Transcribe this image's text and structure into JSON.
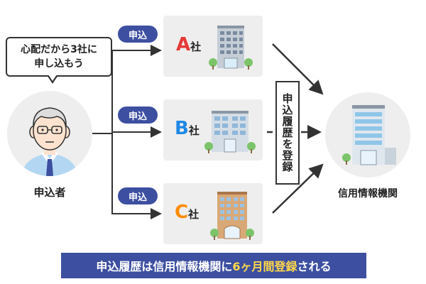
{
  "applicant": {
    "speech_line1": "心配だから3社に",
    "speech_line2": "申し込もう",
    "label": "申込者"
  },
  "apply_badge": "申込",
  "companies": [
    {
      "letter": "A",
      "suffix": "社",
      "color": "#e53935"
    },
    {
      "letter": "B",
      "suffix": "社",
      "color": "#1e88e5"
    },
    {
      "letter": "C",
      "suffix": "社",
      "color": "#fb8c00"
    }
  ],
  "registration": {
    "text": "申込履歴を登録"
  },
  "agency": {
    "label": "信用情報機関"
  },
  "banner": {
    "prefix": "申込履歴は信用情報機関に",
    "highlight": "6ヶ月間登録",
    "suffix": "される"
  },
  "colors": {
    "accent_navy": "#3d4fa0",
    "highlight_yellow": "#ffd84a",
    "panel_gray": "#eeeeee"
  }
}
